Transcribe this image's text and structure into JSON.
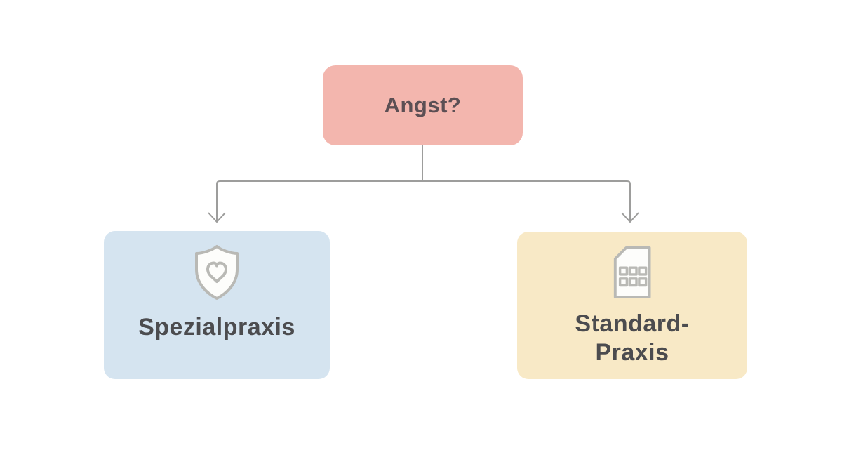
{
  "diagram": {
    "type": "flowchart",
    "background_color": "#ffffff",
    "connector_color": "#9d9d9c",
    "icon_stroke_color": "#b9b9b5",
    "icon_fill_color": "#fdfdfb",
    "root": {
      "label": "Angst?",
      "fill": "#f3b6ae",
      "text_color": "#5c4f54"
    },
    "children": [
      {
        "label": "Spezialpraxis",
        "fill": "#d5e4f0",
        "text_color": "#4c4c4f",
        "icon": "shield-heart-icon"
      },
      {
        "label": "Standard-Praxis",
        "fill": "#f8e9c6",
        "text_color": "#4c4c4f",
        "icon": "document-grid-icon"
      }
    ]
  }
}
